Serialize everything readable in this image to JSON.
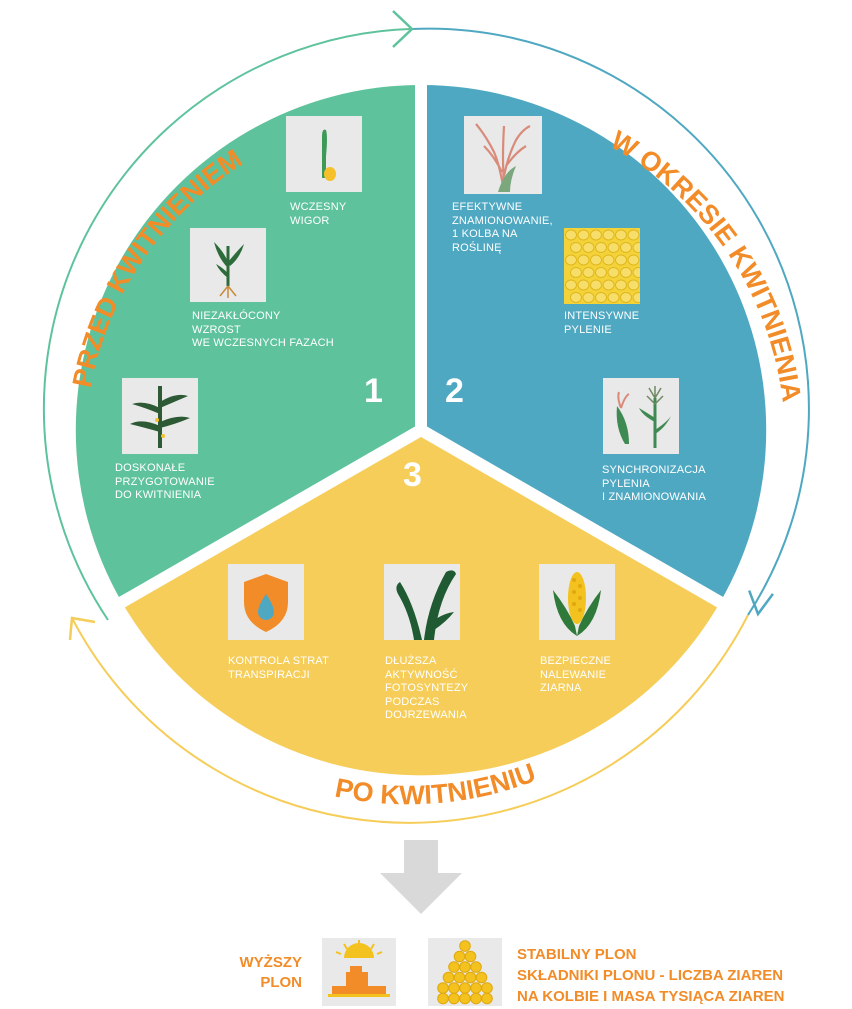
{
  "arcs": {
    "before": "PRZED KWITNIENIEM",
    "during": "W OKRESIE KWITNIENIA",
    "after": "PO KWITNIENIU"
  },
  "segments": [
    {
      "number": "1",
      "color": "#5ec39c",
      "items": [
        {
          "icon": "seedling-icon",
          "label": "WCZESNY\nWIGOR"
        },
        {
          "icon": "young-plant-roots-icon",
          "label": "NIEZAKŁÓCONY\nWZROST\nWE WCZESNYCH FAZACH"
        },
        {
          "icon": "corn-plant-icon",
          "label": "DOSKONAŁE\nPRZYGOTOWANIE\nDO KWITNIENIA"
        }
      ]
    },
    {
      "number": "2",
      "color": "#4fa8c2",
      "items": [
        {
          "icon": "corn-silk-icon",
          "label": "EFEKTYWNE\nZNAMIONOWANIE,\n1 KOLBA NA\nROŚLINĘ"
        },
        {
          "icon": "pollen-icon",
          "label": "INTENSYWNE\nPYLENIE"
        },
        {
          "icon": "tassel-silk-icon",
          "label": "SYNCHRONIZACJA\nPYLENIA\nI ZNAMIONOWANIA"
        }
      ]
    },
    {
      "number": "3",
      "color": "#f5cd58",
      "items": [
        {
          "icon": "shield-drop-icon",
          "label": "KONTROLA STRAT\nTRANSPIRACJI"
        },
        {
          "icon": "green-leaves-icon",
          "label": "DŁUŻSZA\nAKTYWNOŚĆ\nFOTOSYNTEZY\nPODCZAS\nDOJRZEWANIA"
        },
        {
          "icon": "corn-cob-icon",
          "label": "BEZPIECZNE\nNALEWANIE\nZIARNA"
        }
      ]
    }
  ],
  "result": {
    "left": "WYŻSZY\nPLON",
    "right": "STABILNY PLON\nSKŁADNIKI PLONU - LICZBA ZIAREN\nNA KOLBIE I MASA TYSIĄCA ZIAREN",
    "left_icon": "harvester-sun-icon",
    "right_icon": "kernel-stack-icon"
  },
  "colors": {
    "green": "#5ec39c",
    "blue": "#4fa8c2",
    "yellow": "#f5cd58",
    "orange": "#f28c28",
    "arrow_gray": "#d9d9d9",
    "tile_gray": "#e9e9e9"
  }
}
